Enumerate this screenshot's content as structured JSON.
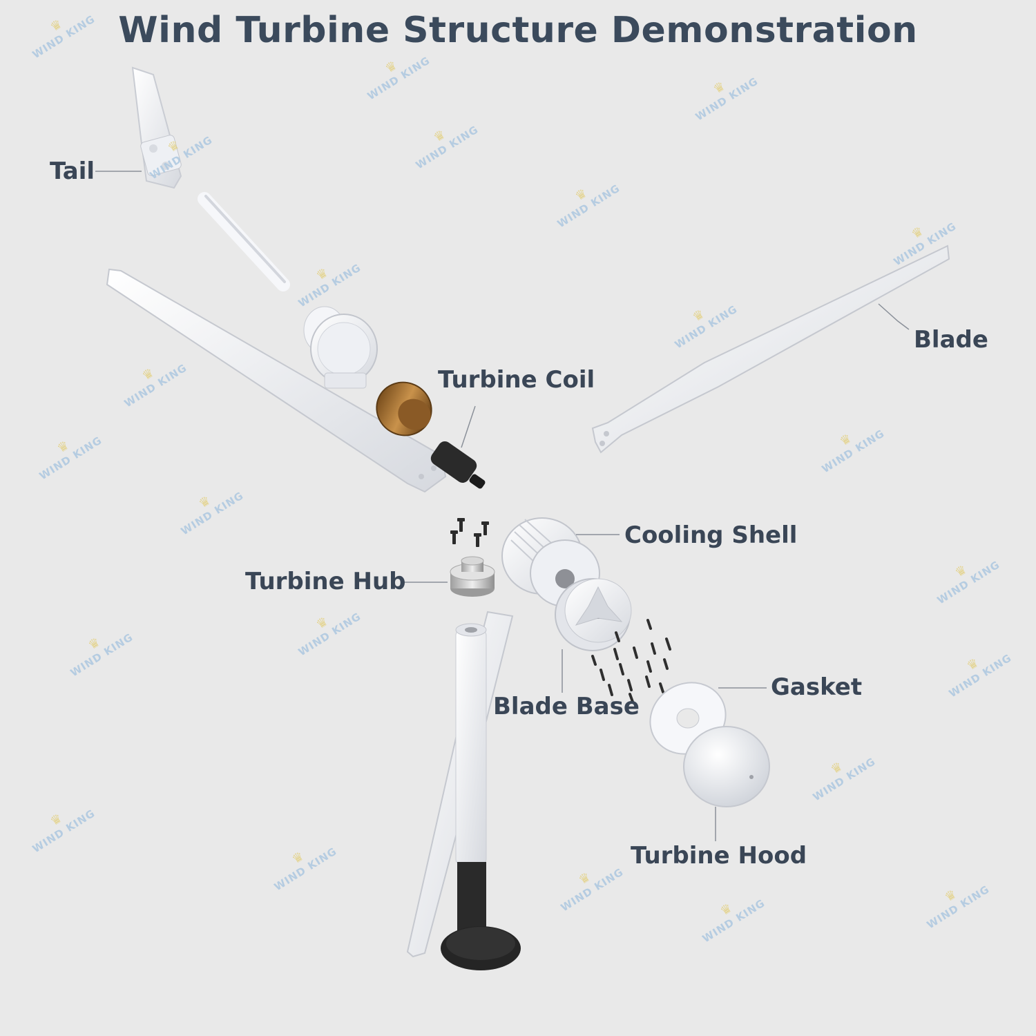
{
  "title": "Wind Turbine Structure Demonstration",
  "labels": {
    "tail": "Tail",
    "turbine_coil": "Turbine Coil",
    "blade": "Blade",
    "cooling_shell": "Cooling Shell",
    "turbine_hub": "Turbine Hub",
    "blade_base": "Blade Base",
    "gasket": "Gasket",
    "turbine_hood": "Turbine Hood"
  },
  "watermark": "WIND KING",
  "colors": {
    "background": "#e9e9e9",
    "title": "#3b4a5c",
    "label": "#3a4656",
    "part_white": "#f4f5f8",
    "part_shadow": "#d3d6dd",
    "coil_copper": "#b07a3a",
    "rotor_black": "#222222",
    "hub_metal": "#c9c9c9",
    "pole_black": "#2a2a2a",
    "watermark": "#a9c6e0"
  },
  "icons": [
    "crown-icon"
  ]
}
